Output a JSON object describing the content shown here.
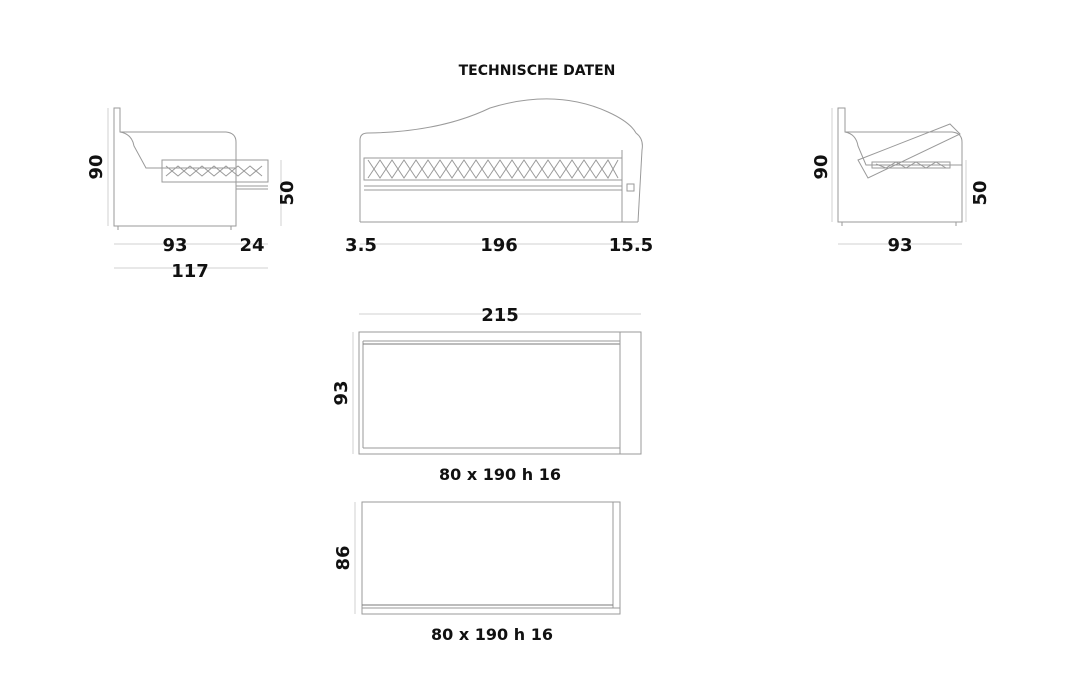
{
  "title": "TECHNISCHE DATEN",
  "side_left": {
    "height": "90",
    "depth": "93",
    "extension": "24",
    "total": "117",
    "seat_height": "50"
  },
  "front": {
    "left": "3.5",
    "middle": "196",
    "right": "15.5"
  },
  "side_right": {
    "height": "90",
    "seat_height": "50",
    "depth": "93"
  },
  "plan_top": {
    "width": "215",
    "depth": "93",
    "mattress": "80 x 190 h 16"
  },
  "plan_bottom": {
    "depth": "86",
    "mattress": "80 x 190 h 16"
  }
}
